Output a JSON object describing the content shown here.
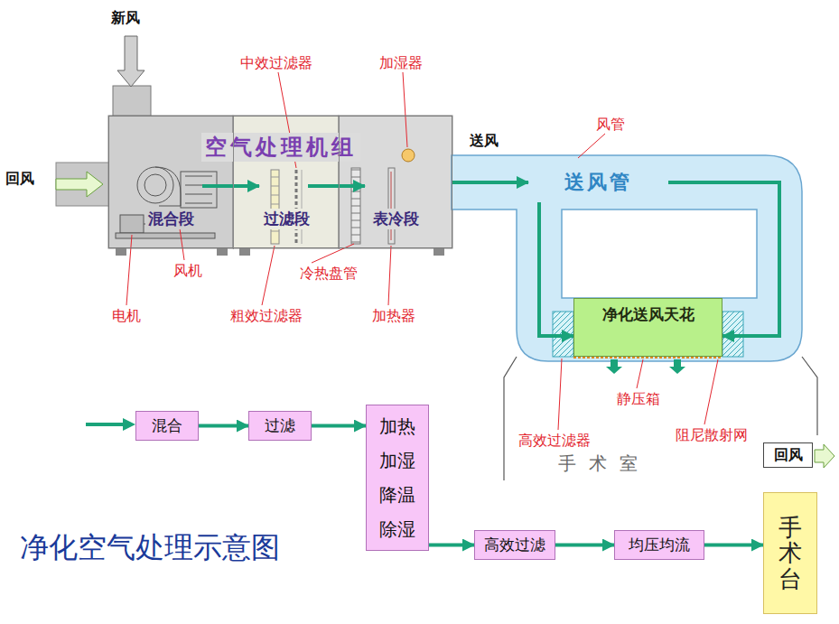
{
  "diagram": {
    "title": "净化空气处理示意图",
    "nodes": [
      {
        "text": [
          "空气处理机组"
        ]
      },
      {
        "text": [
          "混合段"
        ],
        "in": 0
      },
      {
        "text": [
          "过滤段"
        ],
        "in": 0
      },
      {
        "text": [
          "表冷段"
        ],
        "in": 0
      },
      {
        "text": [
          "送风管"
        ]
      },
      {
        "text": [
          "净化送风天花"
        ]
      },
      {
        "text": [
          "回风"
        ]
      },
      {
        "text": [
          "混合"
        ]
      },
      {
        "text": [
          "过滤"
        ]
      },
      {
        "text": [
          "加热 加湿 降温 除湿"
        ]
      },
      {
        "text": [
          "高效过滤"
        ]
      },
      {
        "text": [
          "均压均流"
        ]
      },
      {
        "text": [
          "手术台"
        ]
      }
    ],
    "edges": [
      {
        "from": 1,
        "to": 2,
        "arrow": "to"
      },
      {
        "from": 2,
        "to": 3,
        "arrow": "to"
      },
      {
        "from": 3,
        "to": 4,
        "arrow": "to"
      },
      {
        "from": 4,
        "to": 5,
        "arrow": "to"
      },
      {
        "from": 4,
        "to": 5,
        "arrow": "to"
      },
      {
        "from": 7,
        "to": 8,
        "arrow": "to"
      },
      {
        "from": 8,
        "to": 9,
        "arrow": "to"
      },
      {
        "from": 9,
        "to": 10,
        "arrow": "to"
      },
      {
        "from": 10,
        "to": 11,
        "arrow": "to"
      },
      {
        "from": 11,
        "to": 12,
        "arrow": "to"
      }
    ],
    "labels": [
      "新风",
      "回风",
      "中效过滤器",
      "加湿器",
      "送风",
      "风管",
      "风机",
      "电机",
      "冷热盘管",
      "粗效过滤器",
      "加热器",
      "静压箱",
      "高效过滤器",
      "阻尼散射网",
      "手术室"
    ]
  }
}
